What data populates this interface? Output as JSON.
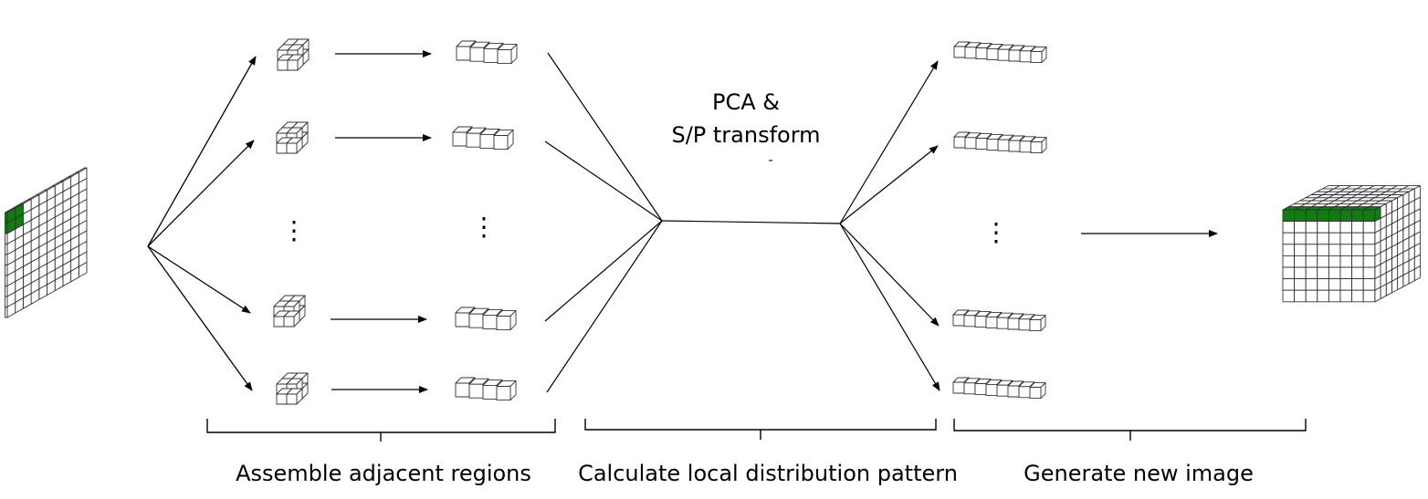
{
  "diagram": {
    "center_label_line1": "PCA &",
    "center_label_line2": "S/P transform",
    "center_label_mark": "-",
    "ellipsis": "⋮",
    "stages": [
      {
        "label": "Assemble adjacent regions"
      },
      {
        "label": "Calculate local distribution pattern"
      },
      {
        "label": "Generate new image"
      }
    ],
    "colors": {
      "highlight": "#0e7f0e",
      "line": "#000000",
      "cube_fill": "#ffffff",
      "cube_stroke": "#333333"
    },
    "icons": [
      "input-image-grid-icon",
      "cube-block-icon",
      "cube-strip-icon",
      "long-strip-icon",
      "output-image-cube-icon",
      "arrow-icon",
      "brace-icon"
    ]
  }
}
